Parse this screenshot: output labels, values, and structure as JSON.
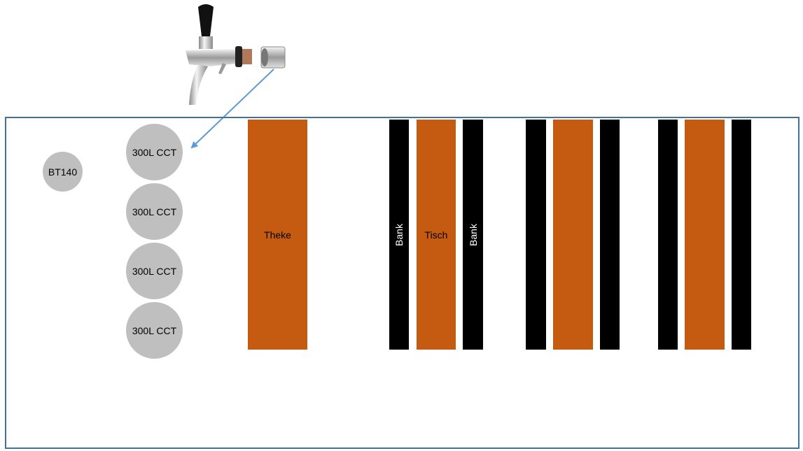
{
  "tanks": {
    "bt": "BT140",
    "cct": [
      "300L CCT",
      "300L CCT",
      "300L CCT",
      "300L CCT"
    ]
  },
  "counter": "Theke",
  "seating": {
    "bench": "Bank",
    "table": "Tisch"
  },
  "colors": {
    "border": "#41719c",
    "arrow": "#5b9bd5",
    "table": "#c55a11",
    "bench": "#000000",
    "tank": "#bfbfbf"
  },
  "image": "beer-tap-with-adapter"
}
